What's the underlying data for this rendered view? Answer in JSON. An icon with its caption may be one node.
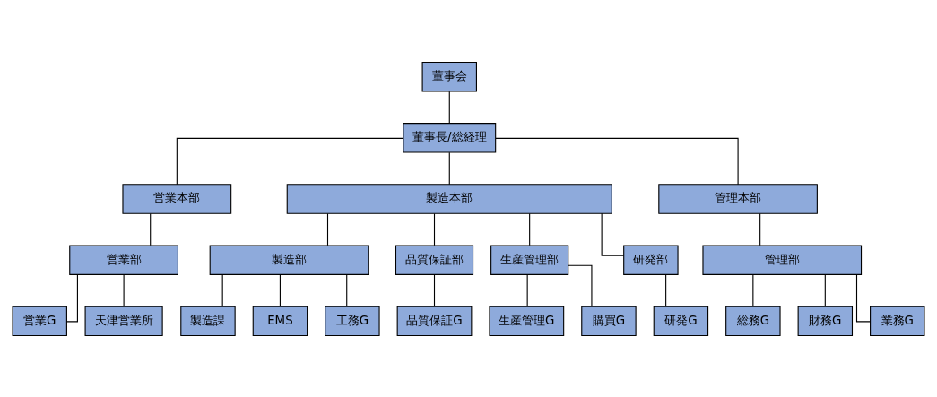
{
  "diagram": {
    "nodes": [
      {
        "text": [
          "董事会"
        ]
      },
      {
        "text": [
          "董事長/総経理"
        ]
      },
      {
        "text": [
          "営業本部"
        ]
      },
      {
        "text": [
          "製造本部"
        ]
      },
      {
        "text": [
          "管理本部"
        ]
      },
      {
        "text": [
          "営業部"
        ]
      },
      {
        "text": [
          "製造部"
        ]
      },
      {
        "text": [
          "品質保証部"
        ]
      },
      {
        "text": [
          "生産管理部"
        ]
      },
      {
        "text": [
          "研発部"
        ]
      },
      {
        "text": [
          "管理部"
        ]
      },
      {
        "text": [
          "営業G"
        ]
      },
      {
        "text": [
          "天津営業所"
        ]
      },
      {
        "text": [
          "製造課"
        ]
      },
      {
        "text": [
          "EMS"
        ]
      },
      {
        "text": [
          "工務G"
        ]
      },
      {
        "text": [
          "品質保証G"
        ]
      },
      {
        "text": [
          "生産管理G"
        ]
      },
      {
        "text": [
          "購買G"
        ]
      },
      {
        "text": [
          "研発G"
        ]
      },
      {
        "text": [
          "総務G"
        ]
      },
      {
        "text": [
          "財務G"
        ]
      },
      {
        "text": [
          "業務G"
        ]
      }
    ],
    "edges": [
      {
        "from": 0,
        "to": 1,
        "arrow": "none"
      },
      {
        "from": 1,
        "to": 2,
        "arrow": "none"
      },
      {
        "from": 1,
        "to": 3,
        "arrow": "none"
      },
      {
        "from": 1,
        "to": 4,
        "arrow": "none"
      },
      {
        "from": 2,
        "to": 5,
        "arrow": "none"
      },
      {
        "from": 3,
        "to": 6,
        "arrow": "none"
      },
      {
        "from": 3,
        "to": 7,
        "arrow": "none"
      },
      {
        "from": 3,
        "to": 8,
        "arrow": "none"
      },
      {
        "from": 3,
        "to": 9,
        "arrow": "none"
      },
      {
        "from": 4,
        "to": 10,
        "arrow": "none"
      },
      {
        "from": 5,
        "to": 11,
        "arrow": "none"
      },
      {
        "from": 5,
        "to": 12,
        "arrow": "none"
      },
      {
        "from": 6,
        "to": 13,
        "arrow": "none"
      },
      {
        "from": 6,
        "to": 14,
        "arrow": "none"
      },
      {
        "from": 6,
        "to": 15,
        "arrow": "none"
      },
      {
        "from": 7,
        "to": 16,
        "arrow": "none"
      },
      {
        "from": 8,
        "to": 17,
        "arrow": "none"
      },
      {
        "from": 8,
        "to": 18,
        "arrow": "none"
      },
      {
        "from": 9,
        "to": 19,
        "arrow": "none"
      },
      {
        "from": 10,
        "to": 20,
        "arrow": "none"
      },
      {
        "from": 10,
        "to": 21,
        "arrow": "none"
      },
      {
        "from": 10,
        "to": 22,
        "arrow": "none"
      }
    ]
  }
}
